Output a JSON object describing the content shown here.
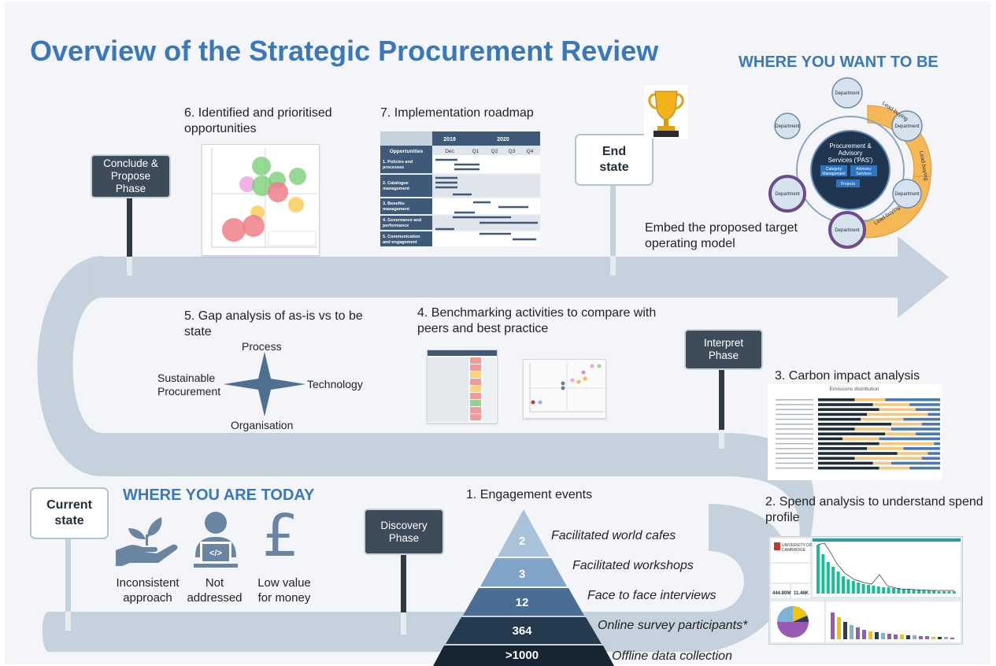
{
  "title": "Overview of the Strategic Procurement Review",
  "where_you_want_to_be": "WHERE YOU WANT TO BE",
  "where_you_are_today": "WHERE YOU ARE TODAY",
  "phases": {
    "conclude": "Conclude &\nPropose\nPhase",
    "end_state": "End\nstate",
    "interpret": "Interpret\nPhase",
    "discovery": "Discovery\nPhase",
    "current_state": "Current\nstate"
  },
  "steps": {
    "s6": "6. Identified and prioritised opportunities",
    "s7": "7. Implementation roadmap",
    "embed": "Embed the proposed target operating model",
    "s5": "5. Gap analysis of as-is vs to be state",
    "s4": "4. Benchmarking activities to compare with peers and best practice",
    "s3": "3. Carbon impact analysis",
    "s2": "2. Spend analysis to understand spend profile",
    "s1": "1. Engagement events"
  },
  "operating_model": {
    "hub_line1": "Procurement &",
    "hub_line2": "Advisory",
    "hub_line3": "Services ('PAS')",
    "cat_line1": "Category",
    "cat_line2": "Management",
    "adv_line1": "Advisory",
    "adv_line2": "Services",
    "projects": "Projects",
    "department": "Department",
    "lead_buying": "Lead buying"
  },
  "roadmap": {
    "years": [
      "2019",
      "2020"
    ],
    "header": "Opportunities",
    "periods": [
      "Dec",
      "Q1",
      "Q2",
      "Q3",
      "Q4"
    ],
    "rows": [
      [
        "1. Policies and",
        "processes"
      ],
      [
        "2. Catalogue",
        "management"
      ],
      [
        "3. Benefits",
        "management"
      ],
      [
        "4. Governance and",
        "performance"
      ],
      [
        "5. Communication",
        "and engagement"
      ]
    ]
  },
  "gap_analysis": {
    "top": "Process",
    "right": "Technology",
    "bottom": "Organisation",
    "left": "Sustainable Procurement"
  },
  "carbon": {
    "title": "Emissions distribution",
    "colors": [
      "#1f2d3a",
      "#f6c77a",
      "#4b79b0"
    ],
    "rows": 15
  },
  "spend": {
    "logo_line1": "UNIVERSITY OF",
    "logo_line2": "CAMBRIDGE",
    "kpi1": "444.80M",
    "kpi2": "11.46K",
    "bar_color": "#1abc9c"
  },
  "engagement": [
    {
      "value": "2",
      "label": "Facilitated world cafes"
    },
    {
      "value": "3",
      "label": "Facilitated workshops"
    },
    {
      "value": "12",
      "label": "Face to face interviews"
    },
    {
      "value": "364",
      "label": "Online survey participants*"
    },
    {
      "value": ">1000",
      "label": "Offline data collection"
    }
  ],
  "icons": {
    "code_glyph": "</>",
    "pound_glyph": "£"
  },
  "current_state": {
    "items": [
      "Inconsistent approach",
      "Not addressed",
      "Low value for money"
    ]
  }
}
